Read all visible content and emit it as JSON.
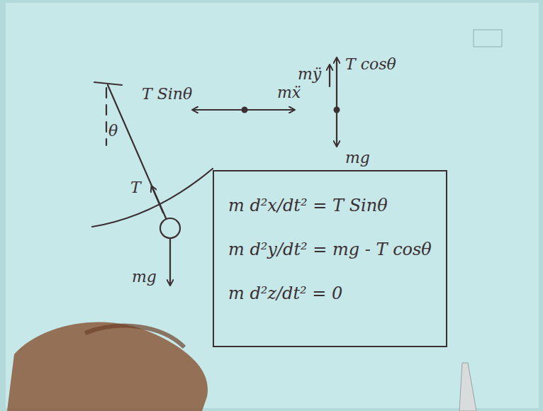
{
  "diagram": {
    "nodes": [
      {
        "text": [
          "m d²x/dt² = T Sinθ",
          "m d²y/dt² = mg - T cosθ",
          "m d²z/dt² = 0"
        ]
      }
    ],
    "labels": [
      "θ",
      "T",
      "mg",
      "T Sinθ",
      "mẍ",
      "mÿ",
      "T cosθ",
      "mg"
    ]
  }
}
